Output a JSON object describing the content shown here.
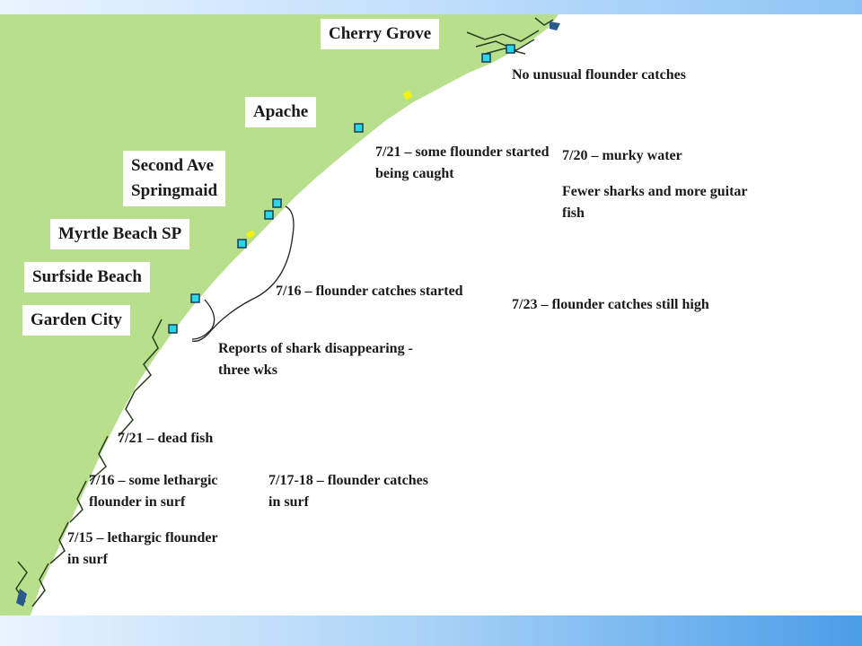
{
  "locations": [
    {
      "key": "cherry_grove",
      "name": "Cherry Grove"
    },
    {
      "key": "apache",
      "name": "Apache"
    },
    {
      "key": "second_ave",
      "name": "Second Ave\nSpringmaid"
    },
    {
      "key": "mbsp",
      "name": "Myrtle Beach SP"
    },
    {
      "key": "surfside",
      "name": "Surfside Beach"
    },
    {
      "key": "garden_city",
      "name": "Garden City"
    }
  ],
  "notes": {
    "cherry_grove": "No unusual flounder catches",
    "apache": "7/21 – some flounder started being caught",
    "murky": "7/20 – murky water",
    "sharks": "Fewer sharks and more guitar fish",
    "flounder_started": "7/16 – flounder catches started",
    "still_high": "7/23 – flounder catches still high",
    "shark_disappearing": "Reports of shark disappearing - three wks",
    "dead_fish": "7/21 – dead fish",
    "lethargic_16": "7/16 – some lethargic flounder in surf",
    "surf_17_18": "7/17-18 – flounder catches in surf",
    "lethargic_15": "7/15 – lethargic flounder in surf"
  },
  "colors": {
    "land": "#b8e08c",
    "water": "#ffffff",
    "marsh": "#2a3d1e",
    "station": "#29d8e6",
    "station_border": "#1b3a5c",
    "marker": "#f2f20a"
  }
}
